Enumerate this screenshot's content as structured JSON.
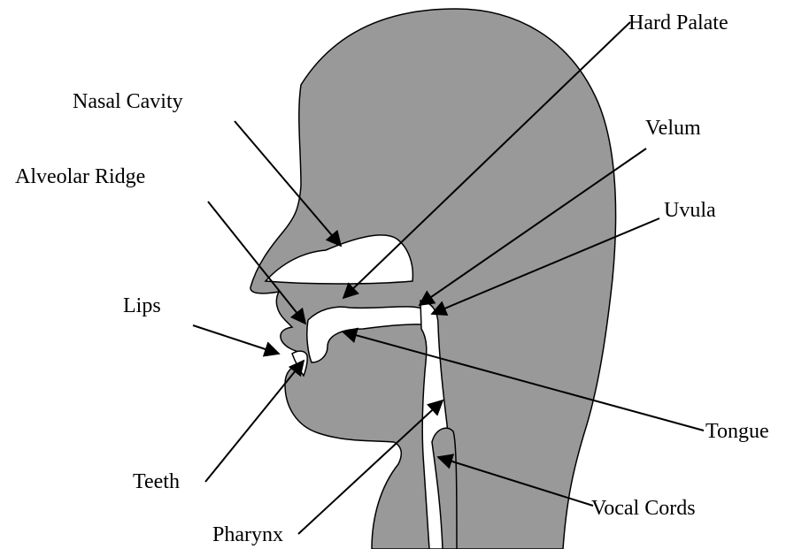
{
  "labels": {
    "hard_palate": "Hard Palate",
    "nasal_cavity": "Nasal Cavity",
    "velum": "Velum",
    "alveolar_ridge": "Alveolar Ridge",
    "uvula": "Uvula",
    "lips": "Lips",
    "tongue": "Tongue",
    "teeth": "Teeth",
    "vocal_cords": "Vocal Cords",
    "pharynx": "Pharynx"
  },
  "colors": {
    "tissue": "#999999",
    "outline": "#000000",
    "cavity": "#ffffff"
  }
}
